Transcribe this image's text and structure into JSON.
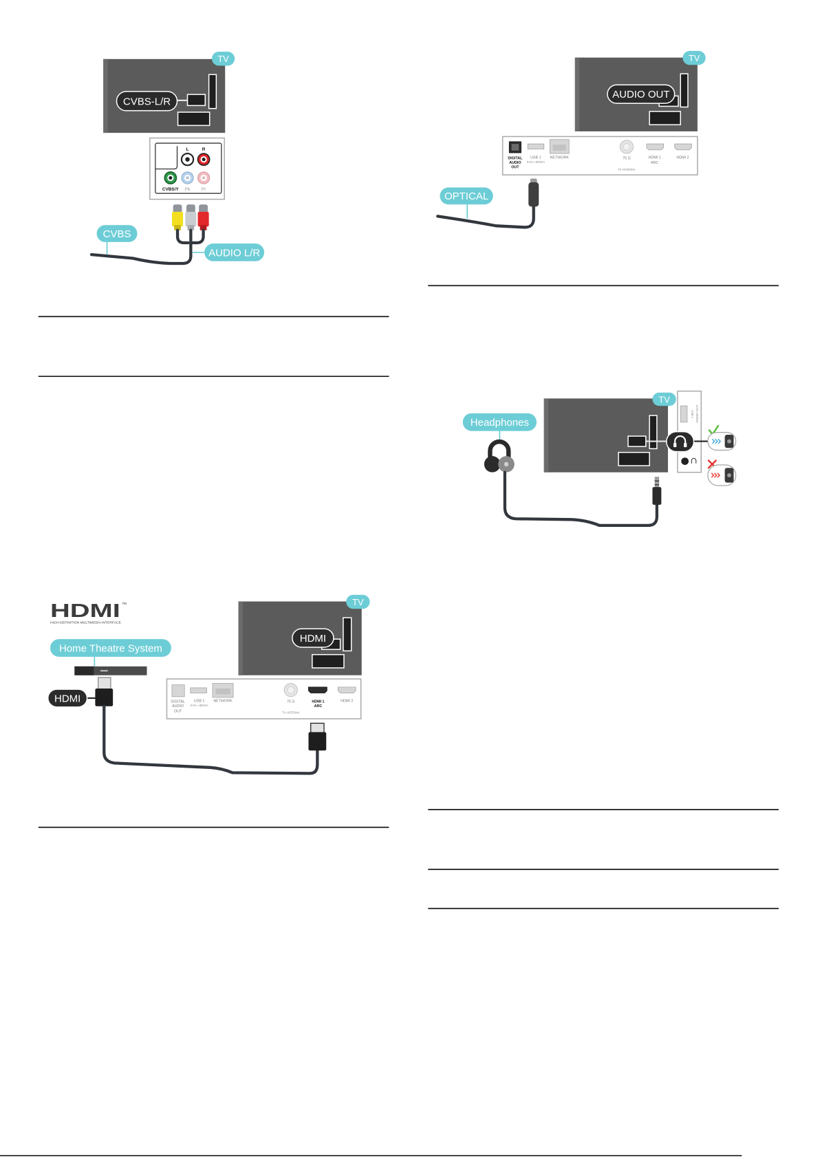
{
  "colors": {
    "label_teal": "#6dcdd6",
    "label_dark": "#2b2b2b",
    "tv_body": "#5b5b5b",
    "cable": "#33373e",
    "check_green": "#5cbf3d",
    "cross_red": "#e5322d"
  },
  "cvbs_diagram": {
    "tv_badge": "TV",
    "port_label": "CVBS-L/R",
    "jacks": {
      "left_audio": "L",
      "right_audio": "R",
      "video": "CVBS/Y",
      "pb": "Pb",
      "pr": "Pr"
    },
    "video_cable_label": "CVBS",
    "audio_cable_label": "AUDIO L/R"
  },
  "optical_diagram": {
    "tv_badge": "TV",
    "port_label": "AUDIO OUT",
    "cable_label": "OPTICAL"
  },
  "back_panel": {
    "digital_audio_out": [
      "DIGITAL",
      "AUDIO",
      "OUT"
    ],
    "usb": "USB 1",
    "usb_rating": "5.0V==900mA",
    "network": "NETWORK",
    "antenna_impedance": "75 Ω",
    "antenna": "TV ANTENNA",
    "hdmi1": "HDMI 1",
    "hdmi1_arc": "ARC",
    "hdmi2": "HDMI 2"
  },
  "headphones_diagram": {
    "tv_badge": "TV",
    "device_label": "Headphones",
    "icons": {
      "port": "headphones-icon",
      "correct_plug": "check-icon",
      "wrong_plug": "cross-icon"
    }
  },
  "hdmi_diagram": {
    "logo": "HDMI",
    "logo_trademark": "™",
    "logo_tagline": "HIGH-DEFINITION MULTIMEDIA INTERFACE",
    "tv_badge": "TV",
    "port_label": "HDMI",
    "device_label": "Home Theatre System",
    "cable_label": "HDMI"
  }
}
